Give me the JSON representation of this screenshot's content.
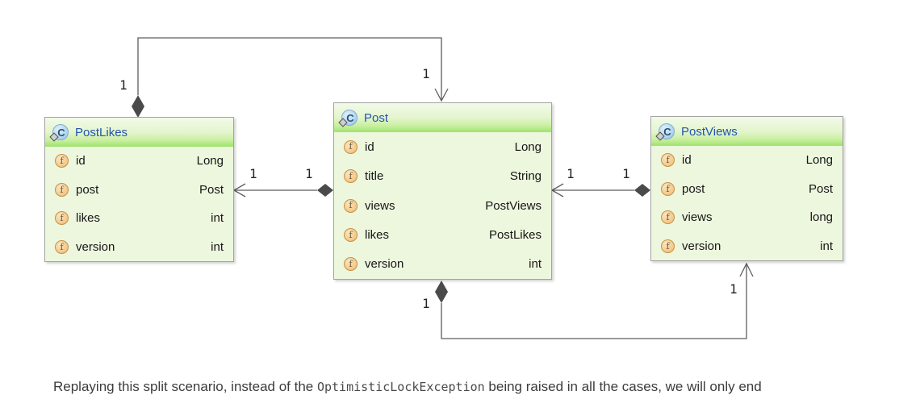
{
  "diagram": {
    "entities": [
      {
        "name": "PostLikes",
        "fields": [
          {
            "name": "id",
            "type": "Long"
          },
          {
            "name": "post",
            "type": "Post"
          },
          {
            "name": "likes",
            "type": "int"
          },
          {
            "name": "version",
            "type": "int"
          }
        ]
      },
      {
        "name": "Post",
        "fields": [
          {
            "name": "id",
            "type": "Long"
          },
          {
            "name": "title",
            "type": "String"
          },
          {
            "name": "views",
            "type": "PostViews"
          },
          {
            "name": "likes",
            "type": "PostLikes"
          },
          {
            "name": "version",
            "type": "int"
          }
        ]
      },
      {
        "name": "PostViews",
        "fields": [
          {
            "name": "id",
            "type": "Long"
          },
          {
            "name": "post",
            "type": "Post"
          },
          {
            "name": "views",
            "type": "long"
          },
          {
            "name": "version",
            "type": "int"
          }
        ]
      }
    ],
    "edges": [
      {
        "name": "postlikes-post-top",
        "source_multiplicity": "1",
        "target_multiplicity": "1"
      },
      {
        "name": "post-postlikes-middle",
        "source_multiplicity": "1",
        "target_multiplicity": "1"
      },
      {
        "name": "postviews-post-middle",
        "source_multiplicity": "1",
        "target_multiplicity": "1"
      },
      {
        "name": "post-postviews-bottom",
        "source_multiplicity": "1",
        "target_multiplicity": "1"
      }
    ],
    "icons": {
      "class_icon_letter": "C",
      "field_icon_letter": "f"
    },
    "colors": {
      "header_green": "#9ee36b",
      "body_green": "#edf7de",
      "title_blue": "#2254ae",
      "edge_gray": "#5e5e5e",
      "field_icon_orange": "#f3ca8e",
      "class_icon_blue": "#b2d8f2"
    }
  },
  "footer": {
    "prefix": "Replaying this split scenario, instead of the ",
    "code": "OptimisticLockException",
    "suffix": " being raised in all the cases, we will only end"
  }
}
